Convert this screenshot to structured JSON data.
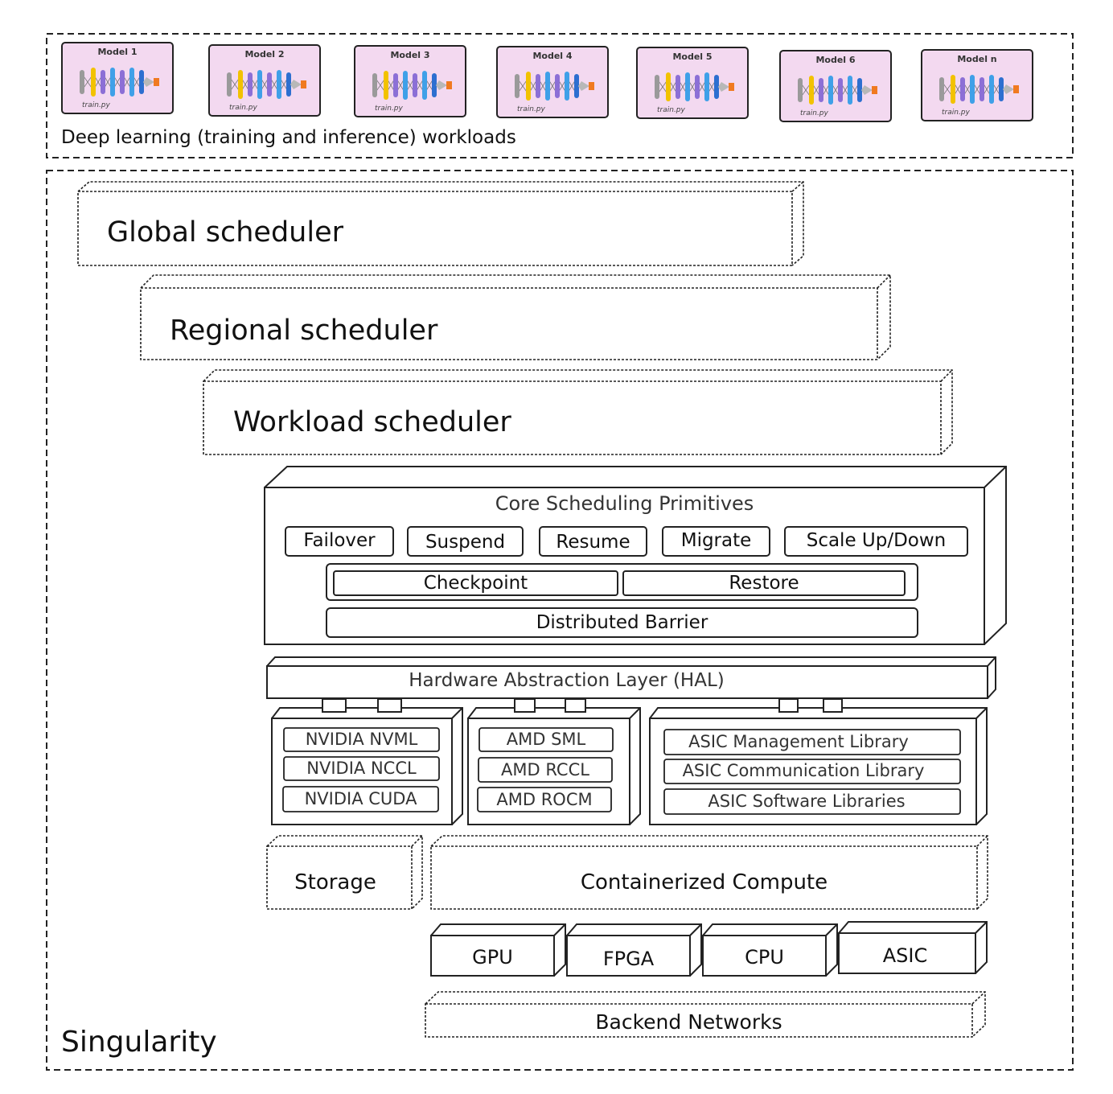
{
  "workloads": {
    "label": "Deep learning (training and inference) workloads",
    "models": [
      {
        "name": "Model 1",
        "file": "train.py"
      },
      {
        "name": "Model 2",
        "file": "train.py"
      },
      {
        "name": "Model 3",
        "file": "train.py"
      },
      {
        "name": "Model 4",
        "file": "train.py"
      },
      {
        "name": "Model 5",
        "file": "train.py"
      },
      {
        "name": "Model 6",
        "file": "train.py"
      },
      {
        "name": "Model n",
        "file": "train.py"
      }
    ],
    "model_fill": "#f3d9f0"
  },
  "schedulers": {
    "global": "Global scheduler",
    "regional": "Regional scheduler",
    "workload": "Workload scheduler"
  },
  "primitives": {
    "title": "Core Scheduling Primitives",
    "row1": [
      "Failover",
      "Suspend",
      "Resume",
      "Migrate",
      "Scale Up/Down"
    ],
    "checkpoint": "Checkpoint",
    "restore": "Restore",
    "barrier": "Distributed Barrier"
  },
  "hal": {
    "label": "Hardware Abstraction Layer (HAL)",
    "nvidia": [
      "NVIDIA NVML",
      "NVIDIA NCCL",
      "NVIDIA CUDA"
    ],
    "amd": [
      "AMD SML",
      "AMD RCCL",
      "AMD ROCM"
    ],
    "asic": [
      "ASIC Management Library",
      "ASIC Communication Library",
      "ASIC Software Libraries"
    ]
  },
  "infra": {
    "storage": "Storage",
    "compute": "Containerized Compute",
    "devices": [
      "GPU",
      "FPGA",
      "CPU",
      "ASIC"
    ],
    "networks": "Backend Networks"
  },
  "system_name": "Singularity"
}
